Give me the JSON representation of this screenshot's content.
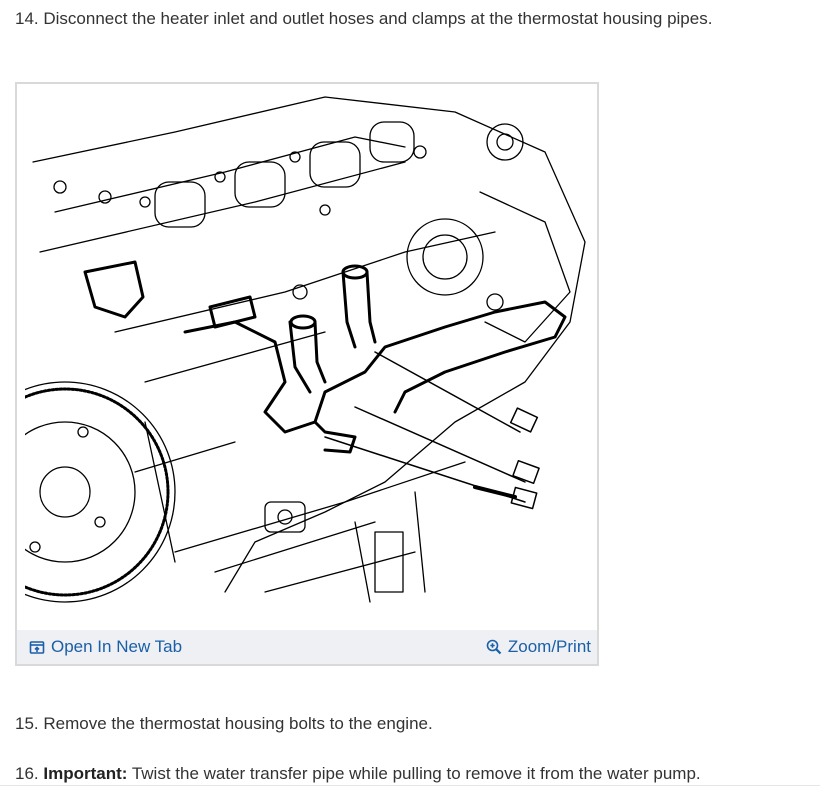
{
  "steps": {
    "step14": {
      "text": "14. Disconnect the heater inlet and outlet hoses and clamps at the thermostat housing pipes."
    },
    "step15": {
      "text": "15. Remove the thermostat housing bolts to the engine."
    },
    "step16": {
      "number": "16. ",
      "important_label": "Important:",
      "text": " Twist the water transfer pipe while pulling to remove it from the water pump."
    }
  },
  "figure": {
    "toolbar": {
      "open_tab_label": "Open In New Tab",
      "open_tab_icon": "open-new-tab-icon",
      "zoom_label": "Zoom/Print",
      "zoom_icon": "zoom-in-icon"
    },
    "colors": {
      "link": "#1a5fa8",
      "toolbar_bg": "#eef0f3",
      "frame_border": "#d9d9d9"
    }
  }
}
